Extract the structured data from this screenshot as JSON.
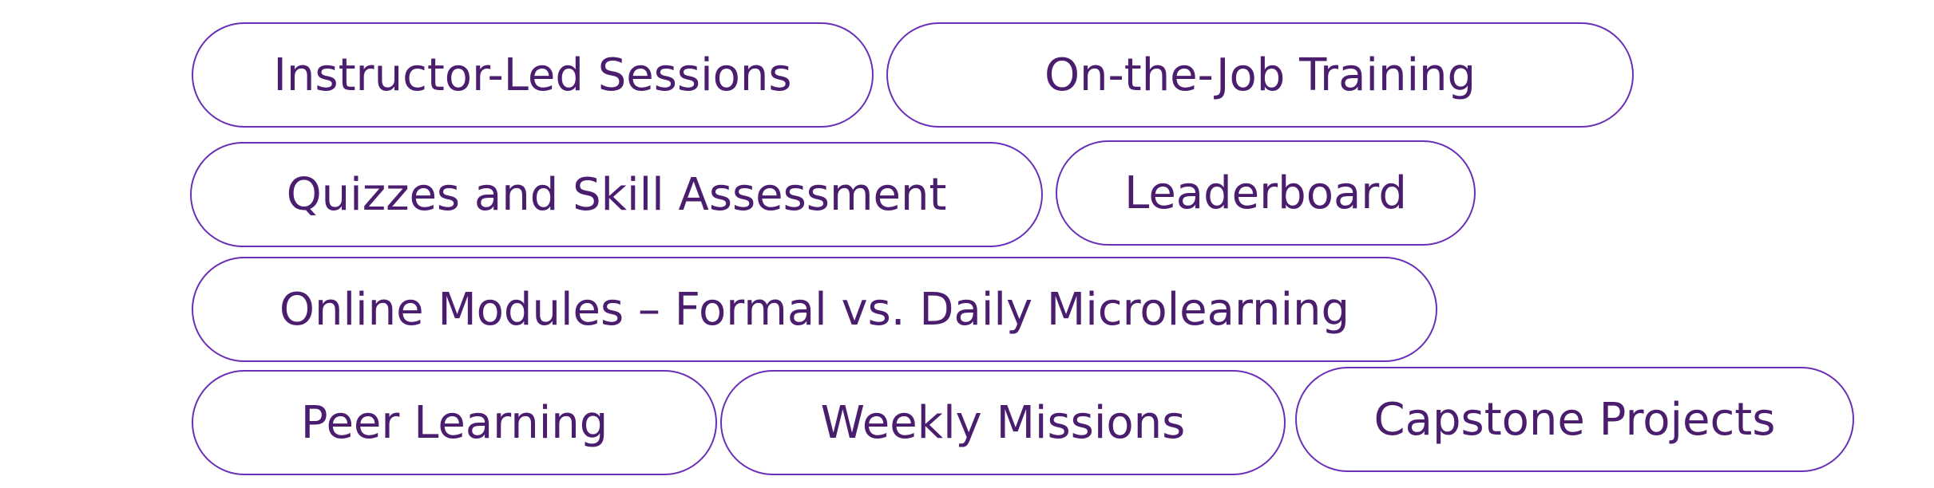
{
  "accent_color": "#6a2fb8",
  "text_color": "#4a1d6e",
  "tags": [
    {
      "label": "Instructor-Led Sessions"
    },
    {
      "label": "On-the-Job Training"
    },
    {
      "label": "Quizzes and Skill Assessment"
    },
    {
      "label": "Leaderboard"
    },
    {
      "label": "Online Modules – Formal vs. Daily Microlearning"
    },
    {
      "label": "Peer Learning"
    },
    {
      "label": "Weekly Missions"
    },
    {
      "label": "Capstone Projects"
    }
  ]
}
